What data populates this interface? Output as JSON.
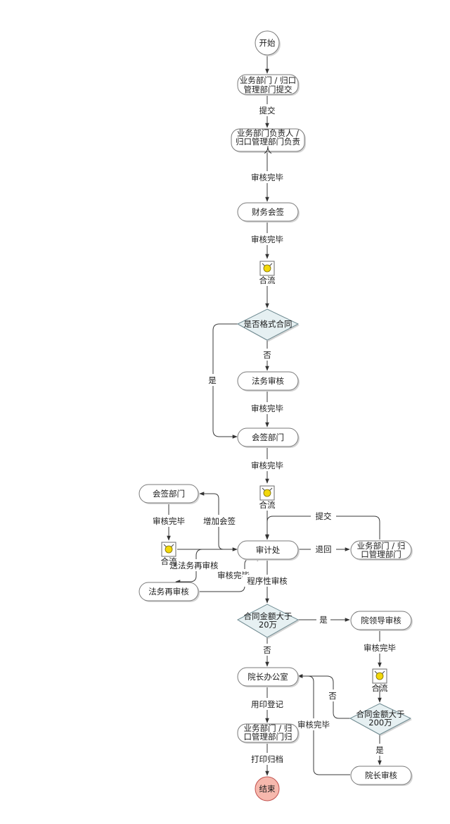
{
  "nodes": {
    "start": "开始",
    "submit_dept": [
      "业务部门 / 归口",
      "管理部门提交"
    ],
    "dept_head": [
      "业务部门负责人 /",
      "归口管理部门负责",
      "人"
    ],
    "finance": "财务会签",
    "merge1": "合流",
    "standard_contract": "是否格式合同",
    "legal_review": "法务审核",
    "countersign_dept": "会签部门",
    "merge2": "合流",
    "countersign_dept2": "会签部门",
    "merge3": "合流",
    "audit_office": "审计处",
    "legal_re_review": "法务再审核",
    "returned_dept": [
      "业务部门 / 归",
      "口管理部门"
    ],
    "amount_gt_20": [
      "合同金额大于",
      "20万"
    ],
    "leader_review": "院领导审核",
    "merge4": "合流",
    "amount_gt_200": [
      "合同金额大于",
      "200万"
    ],
    "president_office": "院长办公室",
    "president_review": "院长审核",
    "archive_dept": [
      "业务部门 / 归",
      "口管理部门归"
    ],
    "end": "结束"
  },
  "edges": {
    "submit": "提交",
    "reviewed_1": "审核完毕",
    "reviewed_2": "审核完毕",
    "no_1": "否",
    "yes_1": "是",
    "reviewed_3": "审核完毕",
    "reviewed_4": "审核完毕",
    "submit_2": "提交",
    "add_countersign": "增加会签",
    "reviewed_5": "审核完毕",
    "send_legal": "送法务再审核",
    "reviewed_6": "审核完毕",
    "returned": "退回",
    "procedural_review": "程序性审核",
    "yes_2": "是",
    "no_2": "否",
    "reviewed_7": "审核完毕",
    "no_3": "否",
    "yes_3": "是",
    "reviewed_8": "审核完毕",
    "seal_register": "用印登记",
    "print_archive": "打印归档"
  },
  "colors": {
    "end_fill": "#f6b8ad",
    "end_stroke": "#c0504d",
    "diamond_fill": "#e6f0f2",
    "merge_icon": "#f2d80a"
  }
}
